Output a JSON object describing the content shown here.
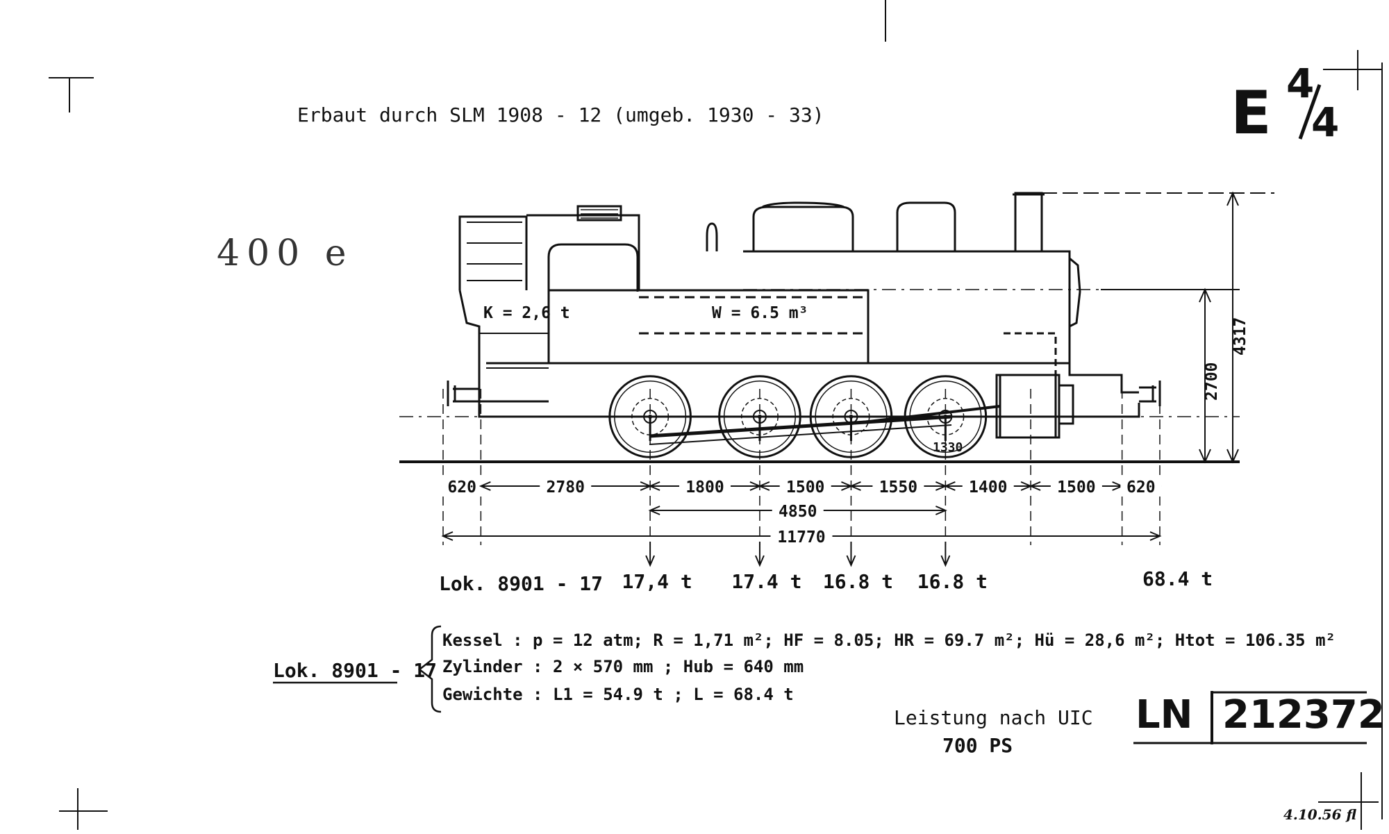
{
  "header": {
    "built": "Erbaut durch SLM 1908 - 12 (umgeb. 1930 - 33)",
    "class_letter": "E",
    "class_fraction_num": "4",
    "class_fraction_den": "4",
    "handwritten_note": "400 e"
  },
  "drawing": {
    "coal_capacity": "K = 2,6 t",
    "water_capacity": "W = 6.5 m³",
    "wheel_diameter": "1330",
    "height_total": "4317",
    "height_boiler_axis": "2700"
  },
  "dimensions": {
    "segments": [
      "620",
      "2780",
      "1800",
      "1500",
      "1550",
      "1400",
      "1500",
      "620"
    ],
    "wheelbase": "4850",
    "length_over_buffers": "11770"
  },
  "axle_loads": {
    "loco_label": "Lok. 8901 - 17",
    "loads": [
      "17,4 t",
      "17.4 t",
      "16.8 t",
      "16.8 t"
    ],
    "total": "68.4 t"
  },
  "specs": {
    "loco_label": "Lok. 8901 - 17",
    "lines": [
      "Kessel : p = 12 atm; R = 1,71 m²; HF = 8.05; HR = 69.7 m²; Hü = 28,6 m²; Htot = 106.35 m²",
      "Zylinder : 2 × 570 mm ; Hub = 640 mm",
      "Gewichte : L1 = 54.9 t ; L = 68.4 t"
    ]
  },
  "power": {
    "label": "Leistung nach UIC",
    "value": "700 PS"
  },
  "drawing_number": {
    "prefix": "LN",
    "number": "212372"
  },
  "signature": "4.10.56 fl"
}
